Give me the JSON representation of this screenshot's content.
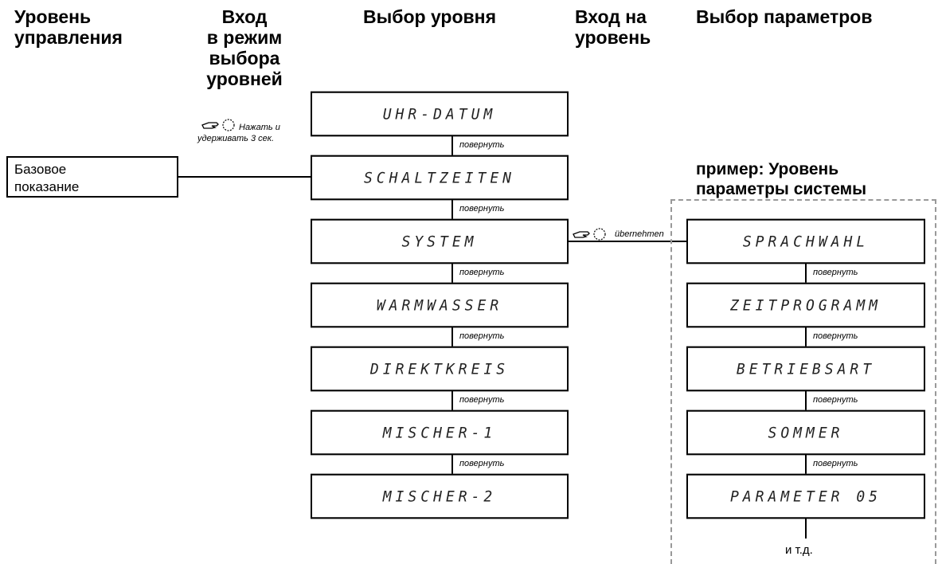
{
  "headers": {
    "control_level": "Уровень\nуправления",
    "enter_mode": "Вход\nв режим\nвыбора\nуровней",
    "level_select": "Выбор уровня",
    "enter_level": "Вход на\nуровень",
    "param_select": "Выбор параметров"
  },
  "base_display": "Базовое\nпоказание",
  "press_hint": "Нажать и\nудерживать 3 сек.",
  "accept_hint": "übernehmen",
  "rotate_label": "повернуть",
  "levels": [
    "UHR-DATUM",
    "SCHALTZEITEN",
    "SYSTEM",
    "WARMWASSER",
    "DIREKTKREIS",
    "MISCHER-1",
    "MISCHER-2"
  ],
  "example_title": "пример: Уровень\nпараметры системы",
  "params": [
    "SPRACHWAHL",
    "ZEITPROGRAMM",
    "BETRIEBSART",
    "SOMMER",
    "PARAMETER 05"
  ],
  "etc": "и т.д."
}
